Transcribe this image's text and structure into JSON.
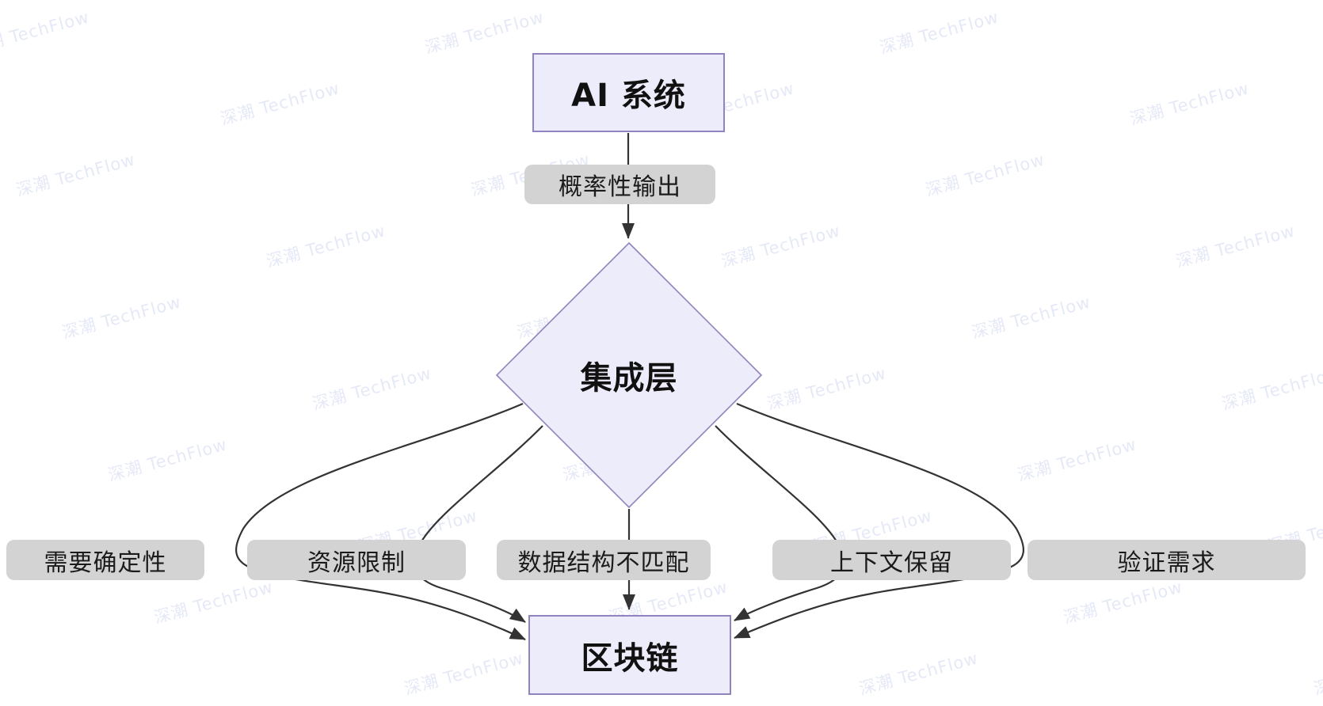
{
  "watermark": {
    "text": "深潮 TechFlow"
  },
  "colors": {
    "background": "#ffffff",
    "node_fill": "#edecfa",
    "node_border": "#9183bd",
    "edge_line": "#333333",
    "edge_label_bg": "#d3d3d3",
    "edge_label_text": "#1b1b1b",
    "watermark": "#d6dcf3"
  },
  "diagram": {
    "type": "flowchart",
    "direction": "top-down",
    "nodes": [
      {
        "id": "ai",
        "label": "AI 系统",
        "shape": "rectangle"
      },
      {
        "id": "integration",
        "label": "集成层",
        "shape": "diamond"
      },
      {
        "id": "blockchain",
        "label": "区块链",
        "shape": "rectangle"
      }
    ],
    "edges": [
      {
        "from": "AI 系统",
        "to": "集成层",
        "label": "概率性输出"
      },
      {
        "from": "集成层",
        "to": "区块链",
        "label": "需要确定性"
      },
      {
        "from": "集成层",
        "to": "区块链",
        "label": "资源限制"
      },
      {
        "from": "集成层",
        "to": "区块链",
        "label": "数据结构不匹配"
      },
      {
        "from": "集成层",
        "to": "区块链",
        "label": "上下文保留"
      },
      {
        "from": "集成层",
        "to": "区块链",
        "label": "验证需求"
      }
    ]
  }
}
